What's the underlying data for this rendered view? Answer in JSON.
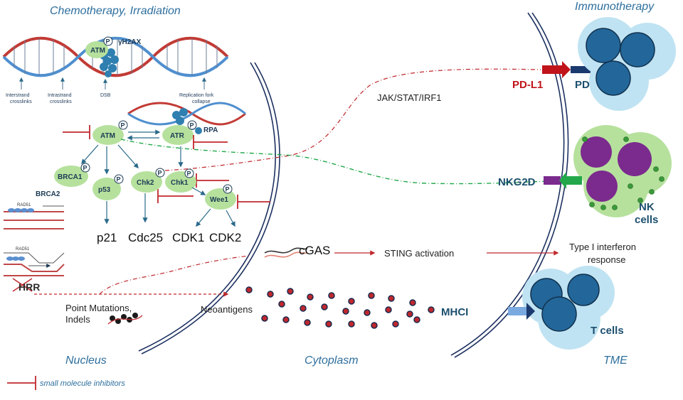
{
  "header": {
    "chemo": "Chemotherapy, Irradiation",
    "immuno": "Immunotherapy"
  },
  "regions": {
    "nucleus": "Nucleus",
    "cytoplasm": "Cytoplasm",
    "tme": "TME"
  },
  "dna": {
    "atm_top": "ATM",
    "h2ax": "γH2AX",
    "p": "P",
    "lesions": [
      [
        "Interstrand",
        "crosslinks"
      ],
      [
        "Intrastrand",
        "crosslinks"
      ],
      [
        "DSB"
      ],
      [
        "Replication fork",
        "collapse"
      ]
    ]
  },
  "pathway": {
    "atm": "ATM",
    "atr": "ATR",
    "rpa": "RPA",
    "brca1": "BRCA1",
    "p53": "p53",
    "chk2": "Chk2",
    "chk1": "Chk1",
    "wee1": "Wee1",
    "p21": "p21",
    "cdc25": "Cdc25",
    "cdk1": "CDK1",
    "cdk2": "CDK2",
    "brca2": "BRCA2",
    "rad51": "RAD51",
    "hrr": "HRR"
  },
  "signals": {
    "jak": "JAK/STAT/IRF1",
    "cgas": "cGAS",
    "sting": "STING activation",
    "typei_1": "Type I interferon",
    "typei_2": "response",
    "pointmut_1": "Point Mutations,",
    "pointmut_2": "Indels",
    "neoantigens": "Neoantigens"
  },
  "immune": {
    "pdl1": "PD-L1",
    "pd1": "PD1",
    "nkg2d": "NKG2D",
    "nk_1": "NK",
    "nk_2": "cells",
    "mhci": "MHCI",
    "tcells": "T cells"
  },
  "legend": {
    "inhibitors": "small molecule inhibitors"
  },
  "colors": {
    "title_blue": "#2e6f9e",
    "inhibitor_red": "#c0282d",
    "node_green": "#b6e19d",
    "membrane": "#1d3160",
    "green_dash": "#22a84a",
    "nk_purple": "#7b2a8e",
    "cell_light": "#bfe3f2",
    "nucleus_blue": "#23679a",
    "pdl1_red": "#c0141a"
  }
}
